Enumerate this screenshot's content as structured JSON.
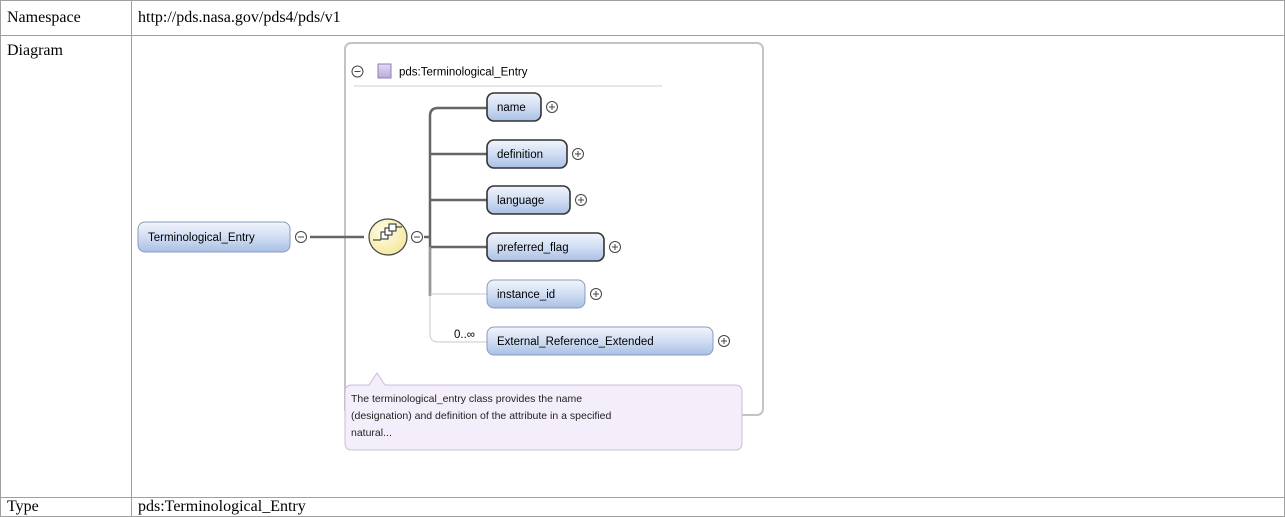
{
  "namespace": {
    "label": "Namespace",
    "value": "http://pds.nasa.gov/pds4/pds/v1"
  },
  "diagram_row": {
    "label": "Diagram",
    "root_element": "Terminological_Entry",
    "type_header": "pds:Terminological_Entry",
    "children": [
      {
        "name": "name",
        "required": true,
        "cardinality": ""
      },
      {
        "name": "definition",
        "required": true,
        "cardinality": ""
      },
      {
        "name": "language",
        "required": true,
        "cardinality": ""
      },
      {
        "name": "preferred_flag",
        "required": true,
        "cardinality": ""
      },
      {
        "name": "instance_id",
        "required": false,
        "cardinality": ""
      },
      {
        "name": "External_Reference_Extended",
        "required": false,
        "cardinality": "0..∞"
      }
    ],
    "annotation_lines": [
      "The terminological_entry class provides the name",
      "(designation) and definition of the attribute in a specified",
      "natural..."
    ]
  },
  "type_row": {
    "label": "Type",
    "value": "pds:Terminological_Entry"
  }
}
